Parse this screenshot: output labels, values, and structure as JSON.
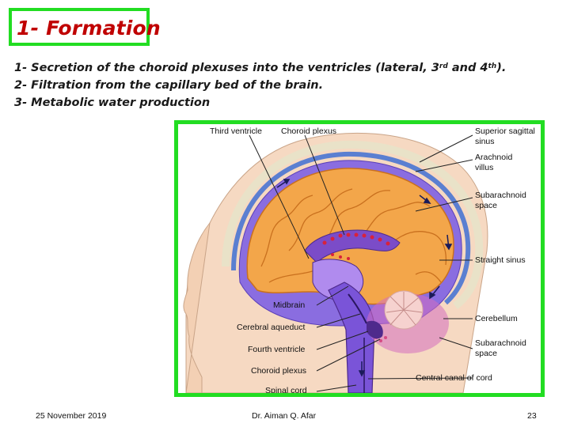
{
  "slide": {
    "title": "1- Formation",
    "bullets": [
      {
        "prefix": "1- Secretion of the choroid plexuses into the ventricles (lateral, 3",
        "sup1": "rd",
        "mid": " and 4",
        "sup2": "th",
        "suffix": ")."
      },
      {
        "text": "2- Filtration from the capillary bed of the brain."
      },
      {
        "text": "3- Metabolic water production"
      }
    ]
  },
  "figure": {
    "labels_top": [
      "Third ventricle",
      "Choroid plexus"
    ],
    "labels_left": [
      "Midbrain",
      "Cerebral aqueduct",
      "Fourth ventricle",
      "Choroid plexus",
      "Spinal cord"
    ],
    "labels_right": [
      "Superior sagittal",
      "sinus",
      "Arachnoid",
      "villus",
      "Subarachnoid",
      "space",
      "Straight sinus",
      "Cerebellum",
      "Subarachnoid",
      "space",
      "Central canal of cord"
    ]
  },
  "footer": {
    "date": "25  November 2019",
    "author": "Dr. Aiman Q. Afar",
    "page": "23"
  },
  "colors": {
    "accent_green": "#22dd22",
    "title_red": "#c00000",
    "csf_purple": "#7b5cd6",
    "brain_orange": "#f3a64a"
  }
}
